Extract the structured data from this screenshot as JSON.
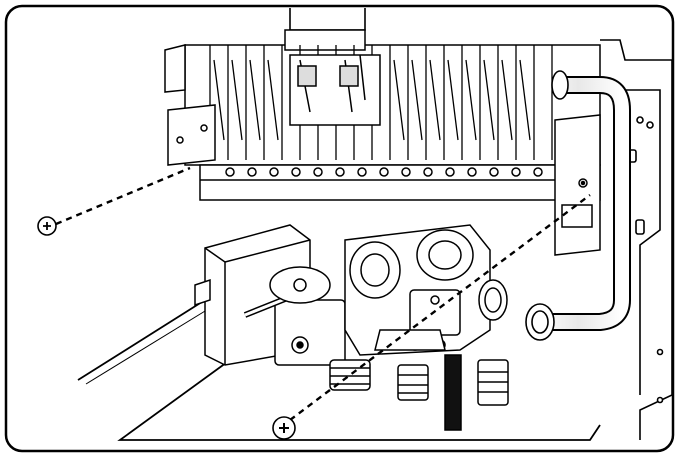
{
  "figure": {
    "kind": "technical line drawing",
    "colors": {
      "line": "#000000",
      "background": "#ffffff",
      "shade_light": "#f2f2f2",
      "shade_mid": "#d6d6d6",
      "shade_dark": "#111111"
    },
    "screws": [
      {
        "name": "left-screw",
        "icon": "phillips-screw-icon"
      },
      {
        "name": "bottom-screw",
        "icon": "phillips-screw-icon"
      }
    ],
    "removal_paths": {
      "style": "dashed"
    }
  }
}
